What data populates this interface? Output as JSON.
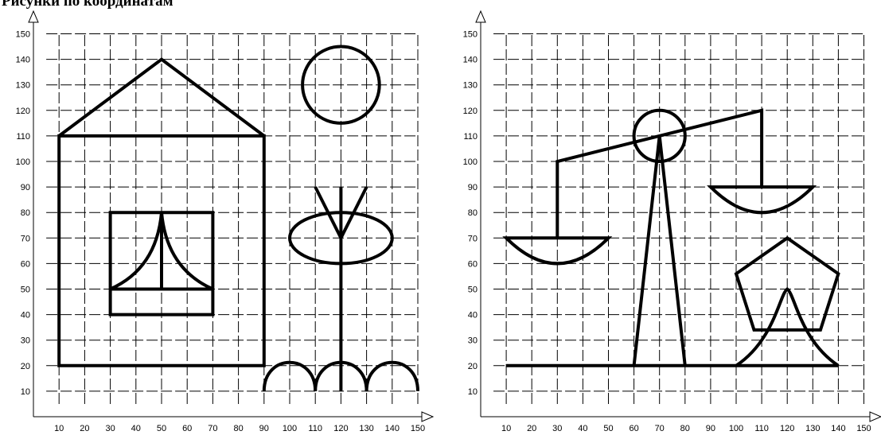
{
  "heading": "Рисунки по координатам",
  "panels": [
    {
      "id": "left",
      "x_ticks": [
        "10",
        "20",
        "30",
        "40",
        "50",
        "60",
        "70",
        "80",
        "90",
        "100",
        "110",
        "120",
        "130",
        "140",
        "150"
      ],
      "y_ticks": [
        "10",
        "20",
        "30",
        "40",
        "50",
        "60",
        "70",
        "80",
        "90",
        "100",
        "110",
        "120",
        "130",
        "140",
        "150"
      ],
      "figures": [
        "house",
        "sun",
        "flower"
      ]
    },
    {
      "id": "right",
      "x_ticks": [
        "10",
        "20",
        "30",
        "40",
        "50",
        "60",
        "70",
        "80",
        "90",
        "100",
        "110",
        "120",
        "130",
        "140",
        "150"
      ],
      "y_ticks": [
        "10",
        "20",
        "30",
        "40",
        "50",
        "60",
        "70",
        "80",
        "90",
        "100",
        "110",
        "120",
        "130",
        "140",
        "150"
      ],
      "figures": [
        "scales",
        "pentagon"
      ]
    }
  ]
}
